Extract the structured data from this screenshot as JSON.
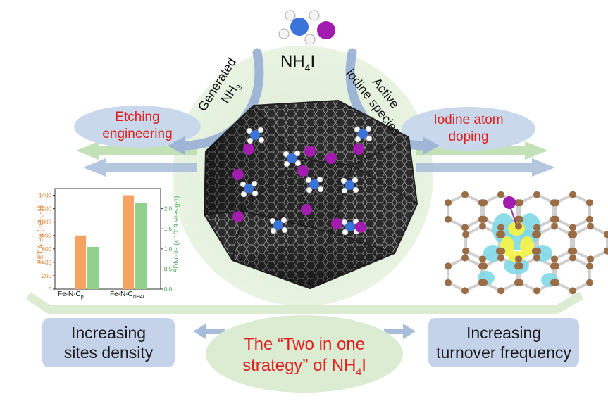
{
  "reagent": {
    "formula_main": "NH",
    "formula_sub": "4",
    "formula_tail": "I"
  },
  "arrows": {
    "left_text_line1": "Generated",
    "left_text_line2_main": "NH",
    "left_text_line2_sub": "3",
    "right_text_line1": "Active",
    "right_text_line2": "iodine species"
  },
  "effects": {
    "left_line1": "Etching",
    "left_line2": "engineering",
    "right_line1": "Iodine atom",
    "right_line2": "doping"
  },
  "outcomes": {
    "left_line1": "Increasing",
    "left_line2": "sites density",
    "right_line1": "Increasing",
    "right_line2": "turnover frequency"
  },
  "strategy": {
    "line1": "The “Two in one",
    "line2_main": "strategy” of NH",
    "line2_sub": "4",
    "line2_tail": "I"
  },
  "colors": {
    "accent_red": "#e02020",
    "orange_bar": "#f5a263",
    "green_bar": "#92d18c",
    "label_box": "#c5d3ea",
    "soft_green": "#dcecd3",
    "arrow_blue": "#a8bdd9",
    "arrow_green": "#b9dcaa",
    "nitrogen": "#3a74d8",
    "iodine": "#a21caf",
    "hydrogen": "#ffffff",
    "carbon": "#9b6d47"
  },
  "chart_data": {
    "type": "bar",
    "categories": [
      "Fe-N-Cp",
      "Fe-N-CNH4I"
    ],
    "category_labels": [
      {
        "main": "Fe-N-C",
        "sub": "p"
      },
      {
        "main": "Fe-N-C",
        "sub": "NH4I"
      }
    ],
    "series": [
      {
        "name": "BET Area",
        "axis": "left",
        "values": [
          800,
          1400
        ]
      },
      {
        "name": "SD",
        "axis": "right",
        "values": [
          1.05,
          2.15
        ]
      }
    ],
    "ylabel_left": "BET Area (m2 g-1)",
    "ylabel_right": "SDNitrite (× 1019 sites g-1)",
    "ylim_left": [
      0,
      1500
    ],
    "ylim_right": [
      0,
      2.5
    ],
    "yticks_left": [
      "0",
      "200",
      "400",
      "600",
      "800",
      "1000",
      "1200",
      "1400"
    ],
    "yticks_right": [
      "0.0",
      "0.5",
      "1.0",
      "1.5",
      "2.0"
    ],
    "left_tick_values": [
      0,
      200,
      400,
      600,
      800,
      1000,
      1200,
      1400
    ],
    "right_tick_values": [
      0,
      0.5,
      1.0,
      1.5,
      2.0
    ]
  }
}
